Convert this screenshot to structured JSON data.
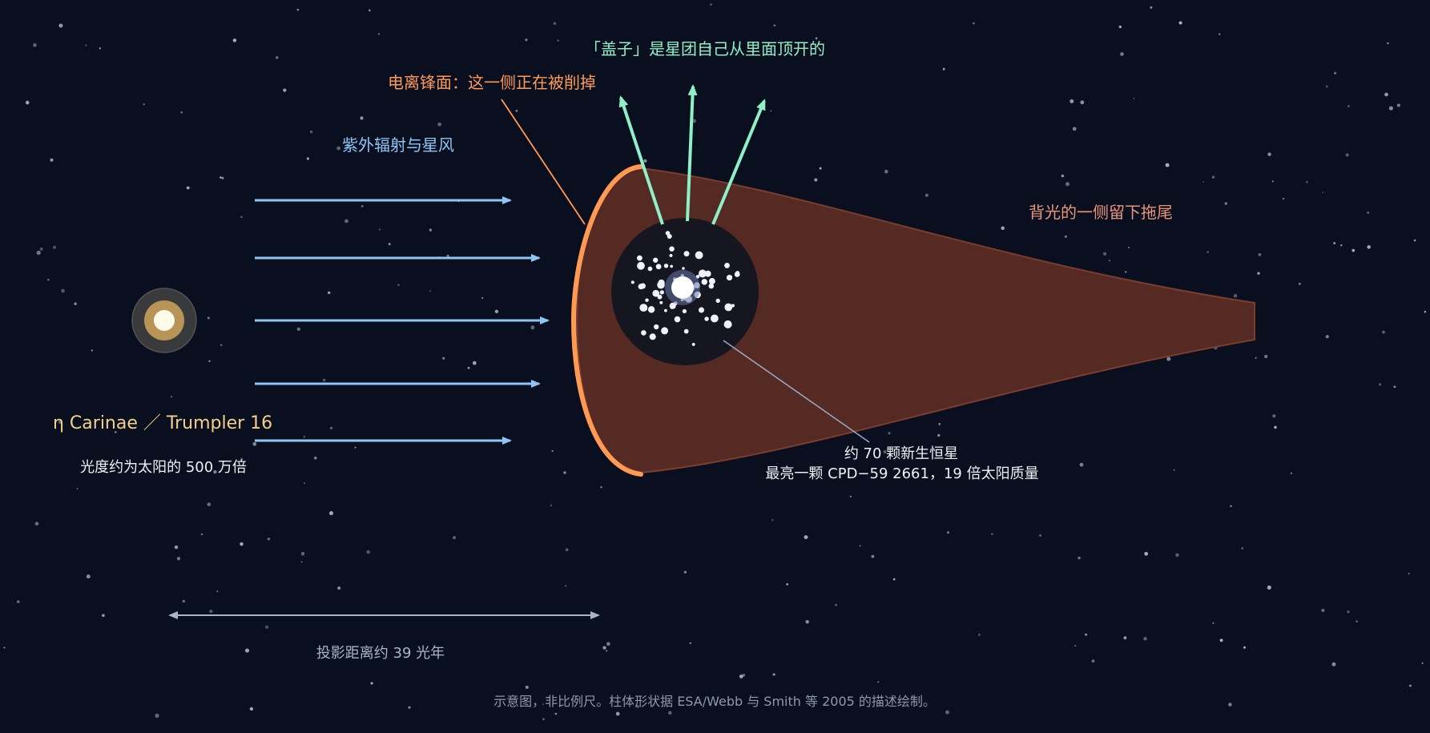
{
  "colors": {
    "background": "#0a0f1f",
    "star": "#c7ccd8",
    "uv_arrow": "#8ec5f5",
    "escape_arrow": "#8ff0c8",
    "ionization_front": "#ff9a55",
    "pillar_fill": "#552a22",
    "pillar_edge": "#7a3d2e",
    "cluster_core": "#15161f",
    "cluster_star": "#eef2ff",
    "source_glow": "#b89457",
    "title_yellow": "#f2d08a",
    "label_uv": "#8ec5f5",
    "label_front": "#ff9a55",
    "label_escape": "#8ff0c8",
    "label_tail": "#e8957a",
    "label_white": "#eef0f4",
    "label_muted": "#8f97ad",
    "scale_bar": "#aab4c8"
  },
  "labels": {
    "source_name": "η Carinae ／ Trumpler 16",
    "source_luminosity": "光度约为太阳的 500 万倍",
    "uv_label": "紫外辐射与星风",
    "front_label": "电离锋面：这一侧正在被削掉",
    "escape_label": "「盖子」是星团自己从里面顶开的",
    "tail_label": "背光的一侧留下拖尾",
    "cluster_line1": "约 70 颗新生恒星",
    "cluster_line2": "最亮一颗 CPD−59 2661，19 倍太阳质量",
    "scale_label": "投影距离约 39 光年",
    "footnote": "示意图，非比例尺。柱体形状据 ESA/Webb 与 Smith 等 2005 的描述绘制。"
  }
}
